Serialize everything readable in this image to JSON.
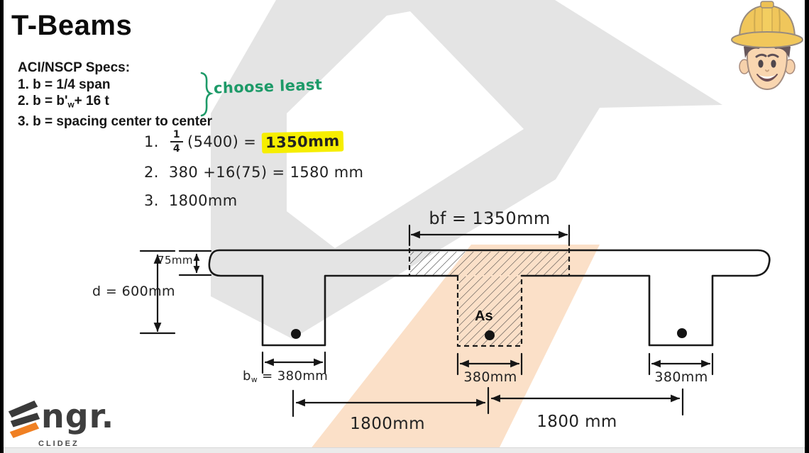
{
  "title": "T-Beams",
  "specs": {
    "heading": "ACI/NSCP Specs:",
    "item1": "1. b = 1/4 span",
    "item2_pre": "2. b = b'",
    "item2_sub": "w",
    "item2_post": "+ 16 t",
    "item3": "3. b = spacing center to center"
  },
  "annotation": {
    "text": "choose least",
    "color": "#1d9a68"
  },
  "calculations": {
    "c1_index": "1.",
    "c1_frac_num": "1",
    "c1_frac_den": "4",
    "c1_expr": "(5400) =",
    "c1_result": "1350mm",
    "c2_index": "2.",
    "c2_text": "380 +16(75) = 1580 mm",
    "c3_index": "3.",
    "c3_text": "1800mm"
  },
  "diagram": {
    "flange_width_label": "bf = 1350mm",
    "slab_thickness_label": "75mm",
    "effective_depth_label": "d = 600mm",
    "web_width_pre": "b",
    "web_width_sub": "w",
    "web_width_post": " = 380mm",
    "center_web_width": "380mm",
    "right_web_width": "380mm",
    "steel_area_label": "As",
    "spacing_left": "1800mm",
    "spacing_right": "1800 mm"
  },
  "branding": {
    "wordmark": "ngr.",
    "subtext": "CLIDEZ"
  },
  "colors": {
    "highlight": "#f6ee00",
    "annotation_green": "#1d9a68",
    "watermark_gray": "#e4e4e4",
    "watermark_peach": "#fbe0c8",
    "logo_orange": "#f08023",
    "ink": "#1c1c1c"
  }
}
